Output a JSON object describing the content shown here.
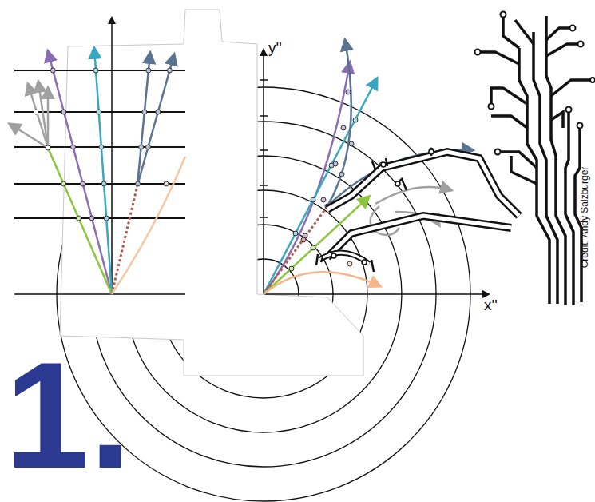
{
  "diagram": {
    "labels": [
      "y''",
      "x''",
      "Credit: Andy Salzburger",
      "1."
    ]
  }
}
